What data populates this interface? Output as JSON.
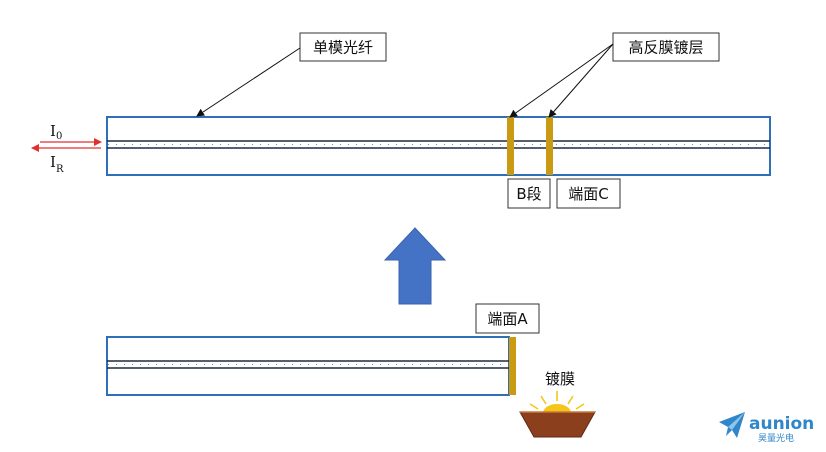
{
  "labels": {
    "fiber": "单模光纤",
    "hr_coating": "高反膜镀层",
    "segment_b": "B段",
    "end_face_c": "端面C",
    "end_face_a": "端面A",
    "coating": "镀膜",
    "i_base": "I",
    "i0_sub": "0",
    "ir_sub": "R"
  },
  "logo": {
    "name": "aunion",
    "cn": "昊量光电"
  },
  "colors": {
    "fiber_border": "#2e6fb7",
    "core_line": "#1f2a44",
    "coating_gold": "#c99a12",
    "arrow_blue": "#4472c4",
    "beam_red": "#e03030",
    "crucible": "#8b3f1c",
    "glow": "#f5c518",
    "brand": "#2f86c9"
  }
}
